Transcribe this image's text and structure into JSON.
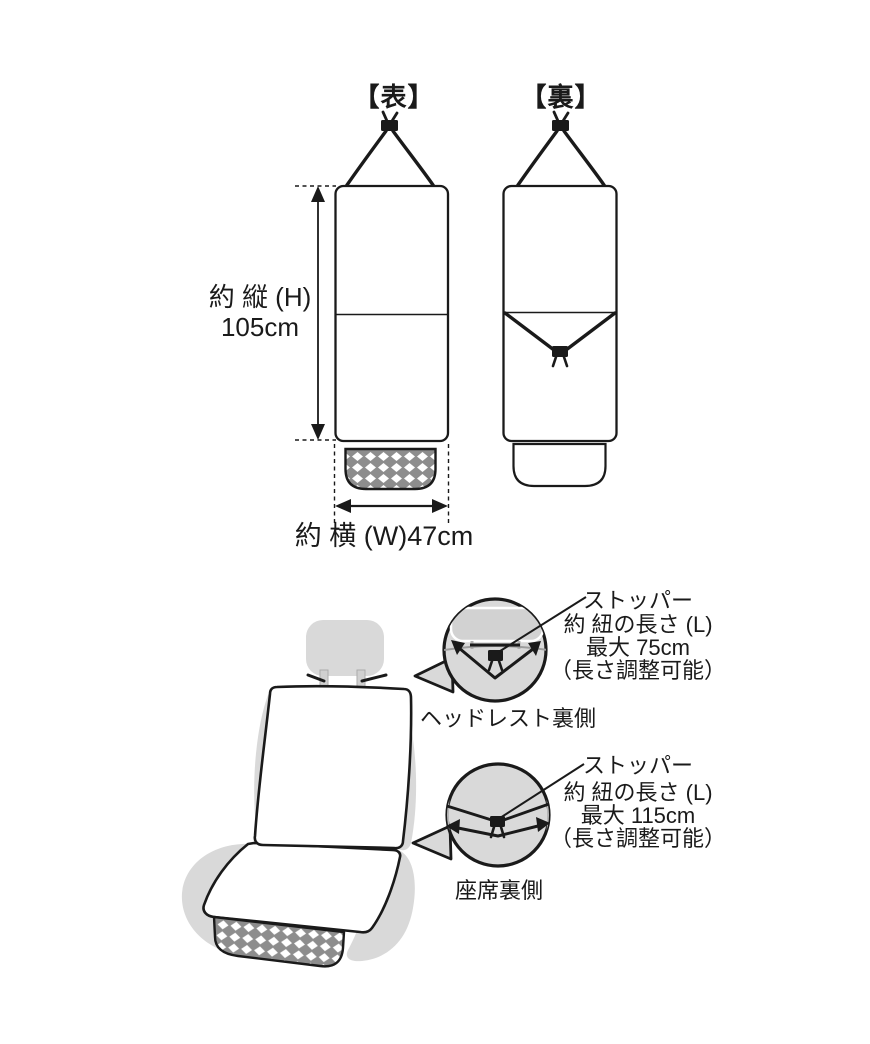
{
  "top_diagram": {
    "front_label": "【表】",
    "back_label": "【裏】",
    "height_dim": {
      "line1": "約 縦 (H)",
      "line2": "105cm"
    },
    "width_dim": "約 横 (W)47cm"
  },
  "callouts": {
    "headrest": {
      "stopper": "ストッパー",
      "length": "約 紐の長さ (L)",
      "max": "最大 75cm",
      "note": "（長さ調整可能）",
      "caption": "ヘッドレスト裏側"
    },
    "seat": {
      "stopper": "ストッパー",
      "length": "約 紐の長さ (L)",
      "max": "最大 115cm",
      "note": "（長さ調整可能）",
      "caption": "座席裏側"
    }
  },
  "colors": {
    "line": "#1a1a1a",
    "gray_fill": "#d9d9d9",
    "mesh_gray": "#8d8d8d",
    "background": "#ffffff"
  }
}
